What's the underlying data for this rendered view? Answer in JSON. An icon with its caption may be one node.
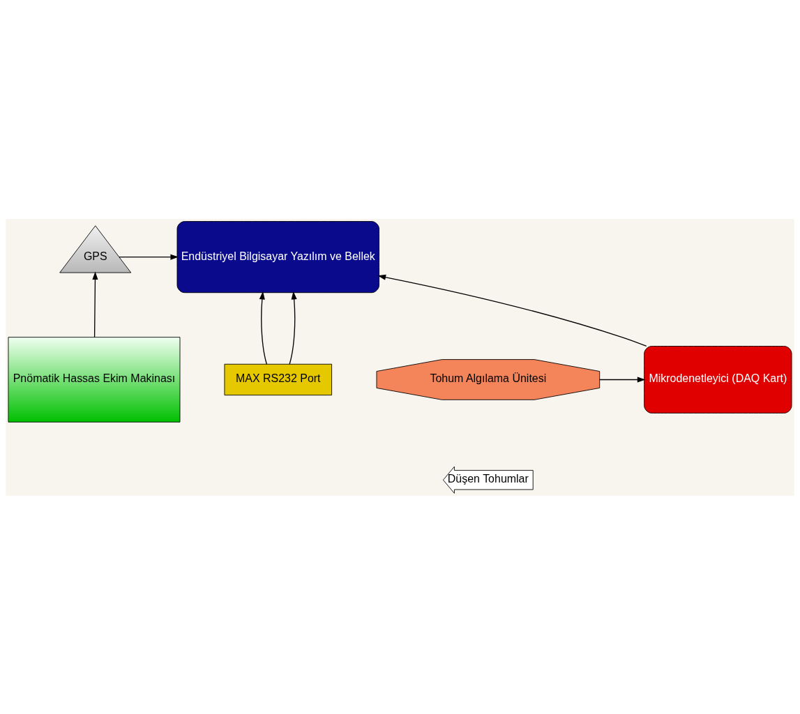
{
  "diagram": {
    "nodes": [
      {
        "text": [
          "GPS"
        ]
      },
      {
        "text": [
          "Endüstriyel Bilgisayar Yazılım ve Bellek"
        ]
      },
      {
        "text": [
          "Pnömatik Hassas Ekim Makinası"
        ]
      },
      {
        "text": [
          "MAX RS232 Port"
        ]
      },
      {
        "text": [
          "Tohum Algılama Ünitesi"
        ]
      },
      {
        "text": [
          "Mikrodenetleyici (DAQ Kart)"
        ]
      },
      {
        "text": [
          "Düşen Tohumlar"
        ]
      }
    ],
    "edges": [
      {
        "from": 2,
        "to": 0,
        "arrow": "to"
      },
      {
        "from": 0,
        "to": 1,
        "arrow": "to"
      },
      {
        "from": 3,
        "to": 1,
        "arrow": "to"
      },
      {
        "from": 3,
        "to": 1,
        "arrow": "to"
      },
      {
        "from": 4,
        "to": 5,
        "arrow": "to"
      },
      {
        "from": 5,
        "to": 1,
        "arrow": "to"
      }
    ]
  }
}
